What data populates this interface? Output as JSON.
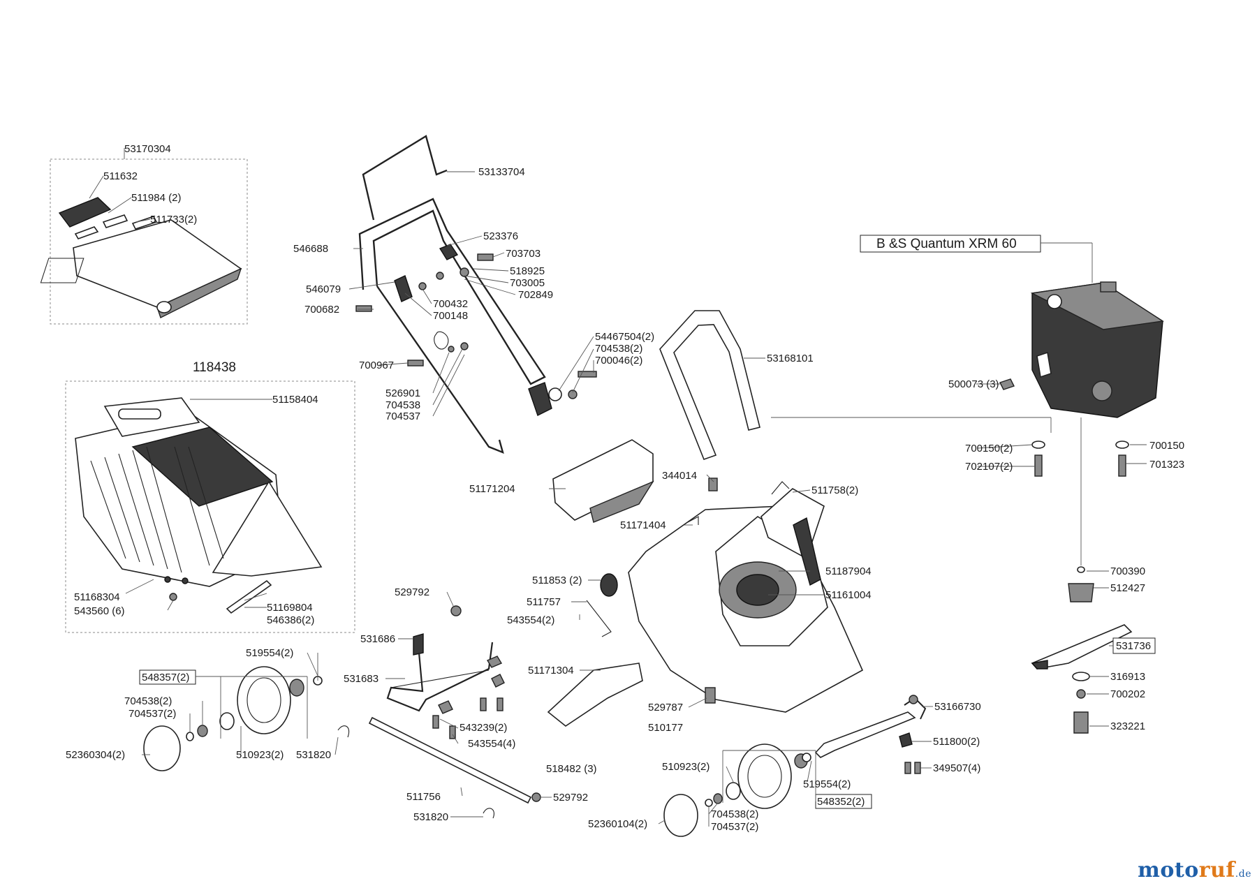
{
  "engine": {
    "title": "B &S Quantum  XRM 60"
  },
  "groups": {
    "grass_box_lid": "53170304",
    "grass_box_assembly": "118438"
  },
  "labels": {
    "l511632": "511632",
    "l511984": "511984 (2)",
    "l511733": "511733(2)",
    "l53133704": "53133704",
    "l546688": "546688",
    "l523376": "523376",
    "l703703": "703703",
    "l518925": "518925",
    "l703005": "703005",
    "l702849": "702849",
    "l546079": "546079",
    "l700432": "700432",
    "l700148": "700148",
    "l700682": "700682",
    "l54467504": "54467504(2)",
    "l704538a": "704538(2)",
    "l700046": "700046(2)",
    "l53168101": "53168101",
    "l700967": "700967",
    "l526901": "526901",
    "l704538b": "704538",
    "l704537a": "704537",
    "l51158404": "51158404",
    "l500073": "500073 (3)",
    "l700150a": "700150(2)",
    "l700150b": "700150",
    "l702107": "702107(2)",
    "l701323": "701323",
    "l344014": "344014",
    "l511758": "511758(2)",
    "l51171204": "51171204",
    "l51171404": "51171404",
    "l700390": "700390",
    "l512427": "512427",
    "l51187904": "51187904",
    "l511853": "511853 (2)",
    "l51161004": "51161004",
    "l529792a": "529792",
    "l511757": "511757",
    "l543554a": "543554(2)",
    "l531736": "531736",
    "l51168304": "51168304",
    "l543560": "543560 (6)",
    "l51169804": "51169804",
    "l546386": "546386(2)",
    "l531686": "531686",
    "l519554a": "519554(2)",
    "l548357": "548357(2)",
    "l531683": "531683",
    "l51171304": "51171304",
    "l316913": "316913",
    "l700202": "700202",
    "l529787": "529787",
    "l53166730": "53166730",
    "l704538c": "704538(2)",
    "l704537b": "704537(2)",
    "l543239": "543239(2)",
    "l510177": "510177",
    "l323221": "323221",
    "l52360304": "52360304(2)",
    "l510923a": "510923(2)",
    "l531820a": "531820",
    "l543554b": "543554(4)",
    "l511800": "511800(2)",
    "l518482": "518482 (3)",
    "l510923b": "510923(2)",
    "l349507": "349507(4)",
    "l519554b": "519554(2)",
    "l511756": "511756",
    "l529792b": "529792",
    "l548352": "548352(2)",
    "l531820b": "531820",
    "l704538d": "704538(2)",
    "l52360104": "52360104(2)",
    "l704537c": "704537(2)"
  },
  "watermark": {
    "part1": "moto",
    "part2": "ruf",
    "part3": ".de"
  }
}
